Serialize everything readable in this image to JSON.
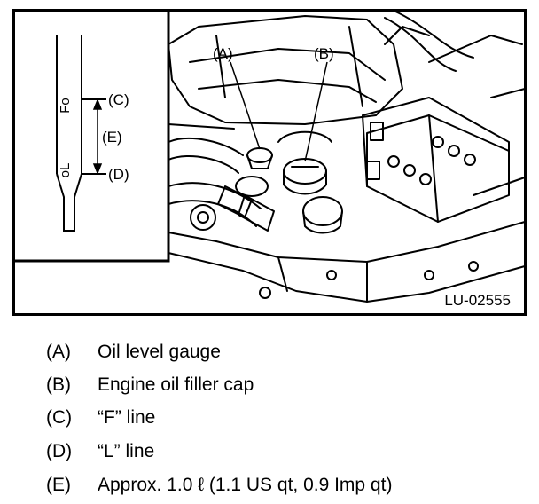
{
  "figure": {
    "code": "LU-02555",
    "callouts": {
      "a": "(A)",
      "b": "(B)",
      "c": "(C)",
      "d": "(D)",
      "e": "(E)"
    },
    "dipstick": {
      "f_mark": "Fo",
      "l_mark": "oL"
    }
  },
  "legend": [
    {
      "key": "(A)",
      "text": "Oil level gauge"
    },
    {
      "key": "(B)",
      "text": "Engine oil filler cap"
    },
    {
      "key": "(C)",
      "text": "“F” line"
    },
    {
      "key": "(D)",
      "text": "“L” line"
    },
    {
      "key": "(E)",
      "text": "Approx. 1.0 ℓ (1.1 US qt, 0.9 Imp qt)"
    }
  ]
}
